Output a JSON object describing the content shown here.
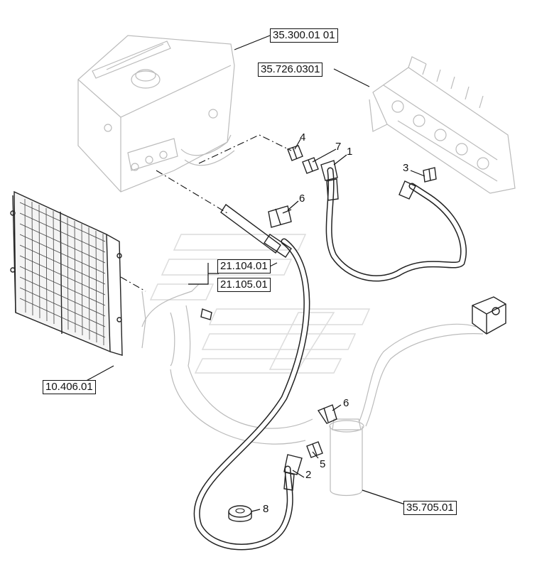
{
  "references": {
    "tank": "35.300.01 01",
    "valve": "35.726.0301",
    "cooler_group_a": "21.104.01",
    "cooler_group_b": "21.105.01",
    "radiator": "10.406.01",
    "filter": "35.705.01"
  },
  "callouts": {
    "hose_upper": "1",
    "hose_lower": "2",
    "fitting_valve": "3",
    "fitting_tank": "4",
    "fitting_filter": "5",
    "elbow_upper": "6",
    "elbow_lower": "6",
    "adapter": "7",
    "washer": "8"
  }
}
